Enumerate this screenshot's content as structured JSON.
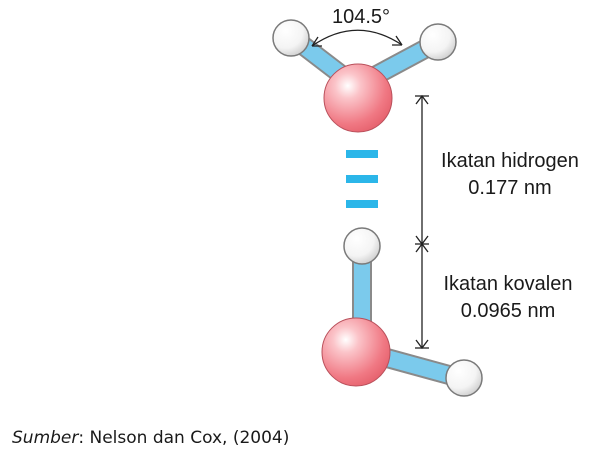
{
  "diagram": {
    "angle_label": "104.5°",
    "hydrogen_bond": {
      "name": "Ikatan hidrogen",
      "length": "0.177 nm"
    },
    "covalent_bond": {
      "name": "Ikatan kovalen",
      "length": "0.0965 nm"
    },
    "colors": {
      "oxygen": "#f07883",
      "hydrogen": "#ffffff",
      "covalent_bond": "#76c7ea",
      "hydrogen_bond_dash": "#2bb6e9"
    }
  },
  "caption": {
    "source_label": "Sumber",
    "text": ": Nelson dan Cox, (2004)"
  }
}
